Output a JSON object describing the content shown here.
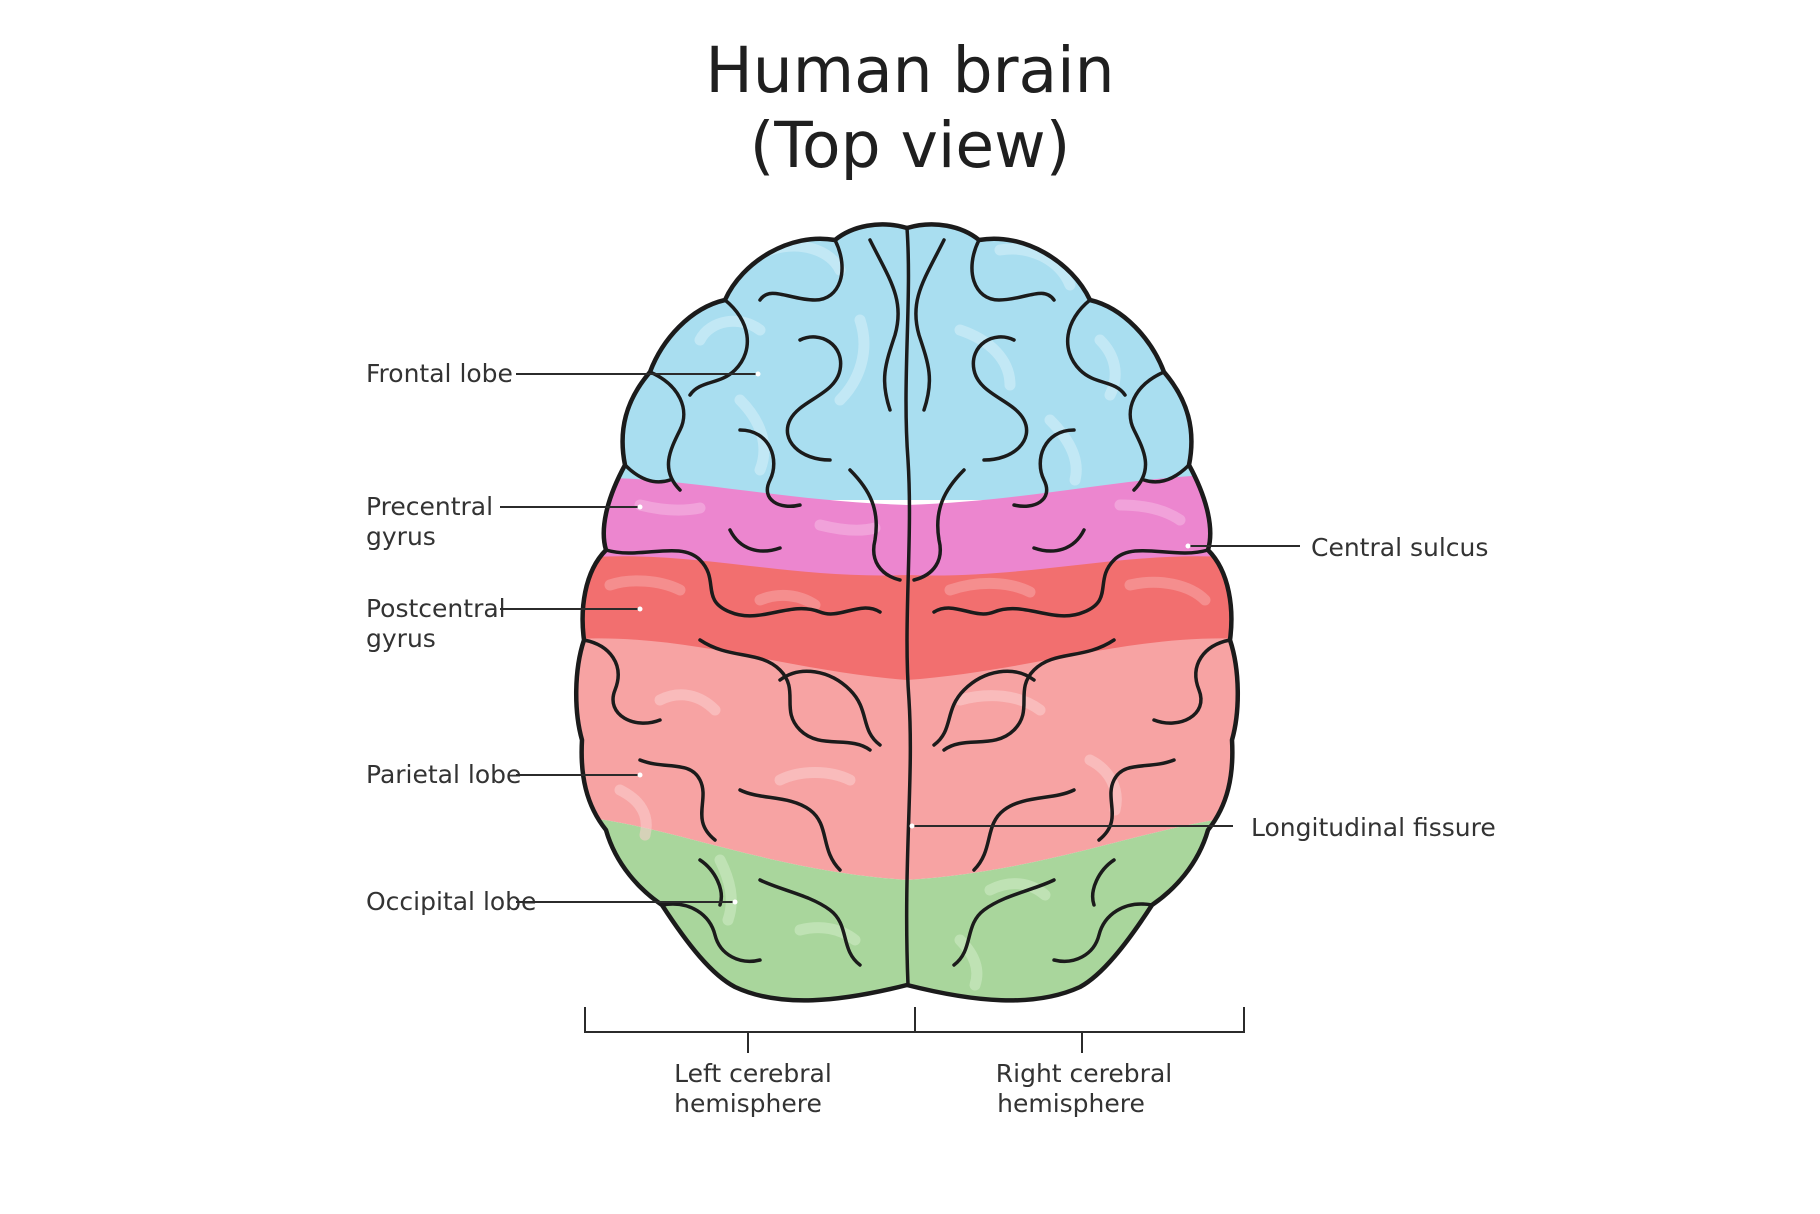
{
  "title": {
    "line1": "Human brain",
    "line2": "(Top view)"
  },
  "labels": {
    "frontal_lobe": "Frontal lobe",
    "precentral_gyrus_1": "Precentral",
    "precentral_gyrus_2": "gyrus",
    "postcentral_gyrus_1": "Postcentral",
    "postcentral_gyrus_2": "gyrus",
    "parietal_lobe": "Parietal lobe",
    "occipital_lobe": "Occipital lobe",
    "central_sulcus": "Central sulcus",
    "longitudinal_fissure": "Longitudinal fissure",
    "left_hemisphere_1": "Left cerebral",
    "left_hemisphere_2": "hemisphere",
    "right_hemisphere_1": "Right cerebral",
    "right_hemisphere_2": "hemisphere"
  },
  "colors": {
    "frontal": "#a9def0",
    "frontal_highlight": "#d7f1fa",
    "precentral": "#ec86cf",
    "precentral_highlight": "#f6b9e4",
    "postcentral": "#f26f6f",
    "postcentral_highlight": "#f8a8a8",
    "parietal": "#f7a3a3",
    "parietal_highlight": "#fbd0d0",
    "occipital": "#a9d69c",
    "occipital_highlight": "#d2ecc8",
    "outline": "#1b1b1b"
  }
}
